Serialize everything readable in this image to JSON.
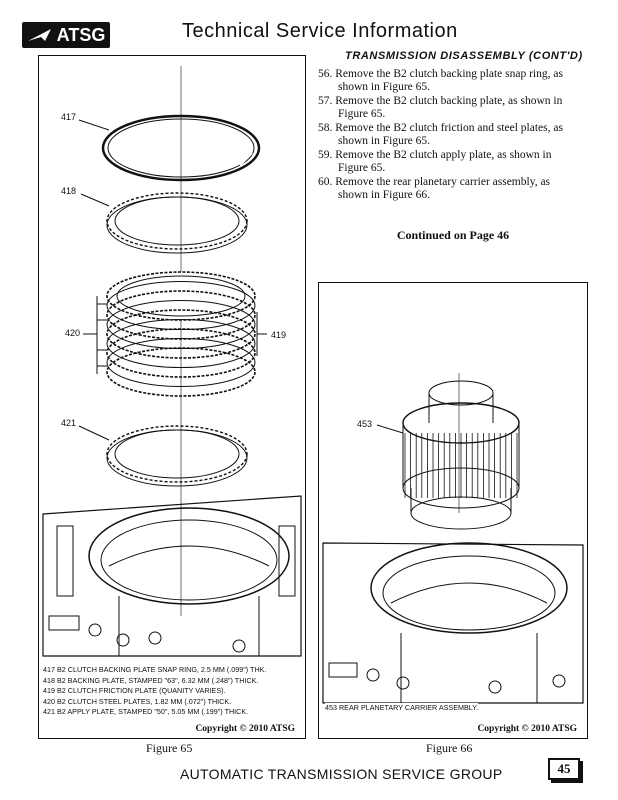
{
  "header": {
    "logo_text": "ATSG",
    "title": "Technical Service Information"
  },
  "section_heading": "TRANSMISSION DISASSEMBLY (CONT'D)",
  "steps": [
    "56. Remove the B2 clutch backing plate snap ring, as shown in Figure 65.",
    "57. Remove the B2 clutch backing plate, as shown in Figure 65.",
    "58. Remove the B2 clutch friction and steel plates, as shown in Figure 65.",
    "59. Remove the B2 clutch apply plate, as shown in Figure 65.",
    "60. Remove the rear planetary carrier assembly, as shown in Figure 66."
  ],
  "continued": "Continued on Page 46",
  "figure65": {
    "callouts": [
      "417",
      "418",
      "420",
      "419",
      "421"
    ],
    "legend": [
      "417  B2 CLUTCH BACKING PLATE SNAP RING, 2.5 MM (.099\") THK.",
      "418  B2 BACKING PLATE, STAMPED \"63\", 6.32 MM (.248\") THICK.",
      "419  B2 CLUTCH FRICTION PLATE  (QUANITY VARIES).",
      "420  B2 CLUTCH STEEL PLATES, 1.82 MM (.072\") THICK.",
      "421  B2 APPLY PLATE, STAMPED \"50\", 5.05 MM (.199\") THICK."
    ],
    "copyright": "Copyright © 2010 ATSG",
    "caption": "Figure 65"
  },
  "figure66": {
    "callouts": [
      "453"
    ],
    "legend": "453  REAR PLANETARY CARRIER ASSEMBLY.",
    "copyright": "Copyright © 2010 ATSG",
    "caption": "Figure 66"
  },
  "footer": {
    "text": "AUTOMATIC TRANSMISSION SERVICE GROUP",
    "page_number": "45"
  }
}
